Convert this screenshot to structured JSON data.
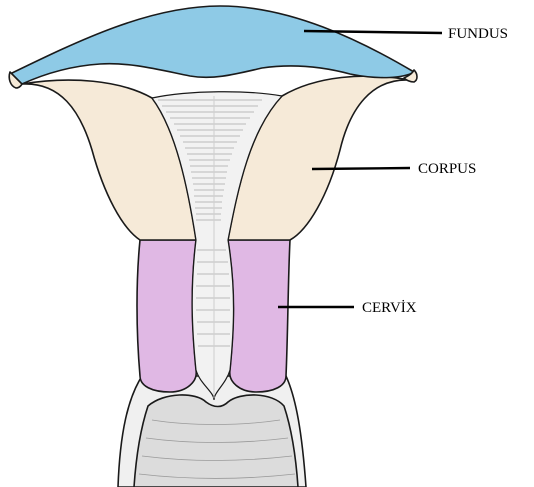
{
  "labels": {
    "fundus": "FUNDUS",
    "corpus": "CORPUS",
    "cervix": "CERVİX"
  },
  "colors": {
    "fundus": "#8ecae6",
    "corpus": "#f6ead8",
    "cervix": "#e0b8e4",
    "cavity": "#f2f2f2",
    "vagina": "#dcdcdc",
    "outline": "#1a1a1a"
  }
}
